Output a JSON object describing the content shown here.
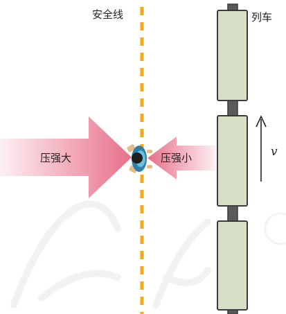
{
  "labels": {
    "safety_line": "安全线",
    "train": "列车",
    "high_pressure": "压强大",
    "low_pressure": "压强小",
    "velocity": "v"
  },
  "colors": {
    "safety_line": "#f2a91b",
    "pressure_arrow": "#e8768f",
    "car_fill": "#d6dec5",
    "car_stroke": "#3a3a3a",
    "coupler": "#5a5a5a"
  },
  "watermark": "教"
}
